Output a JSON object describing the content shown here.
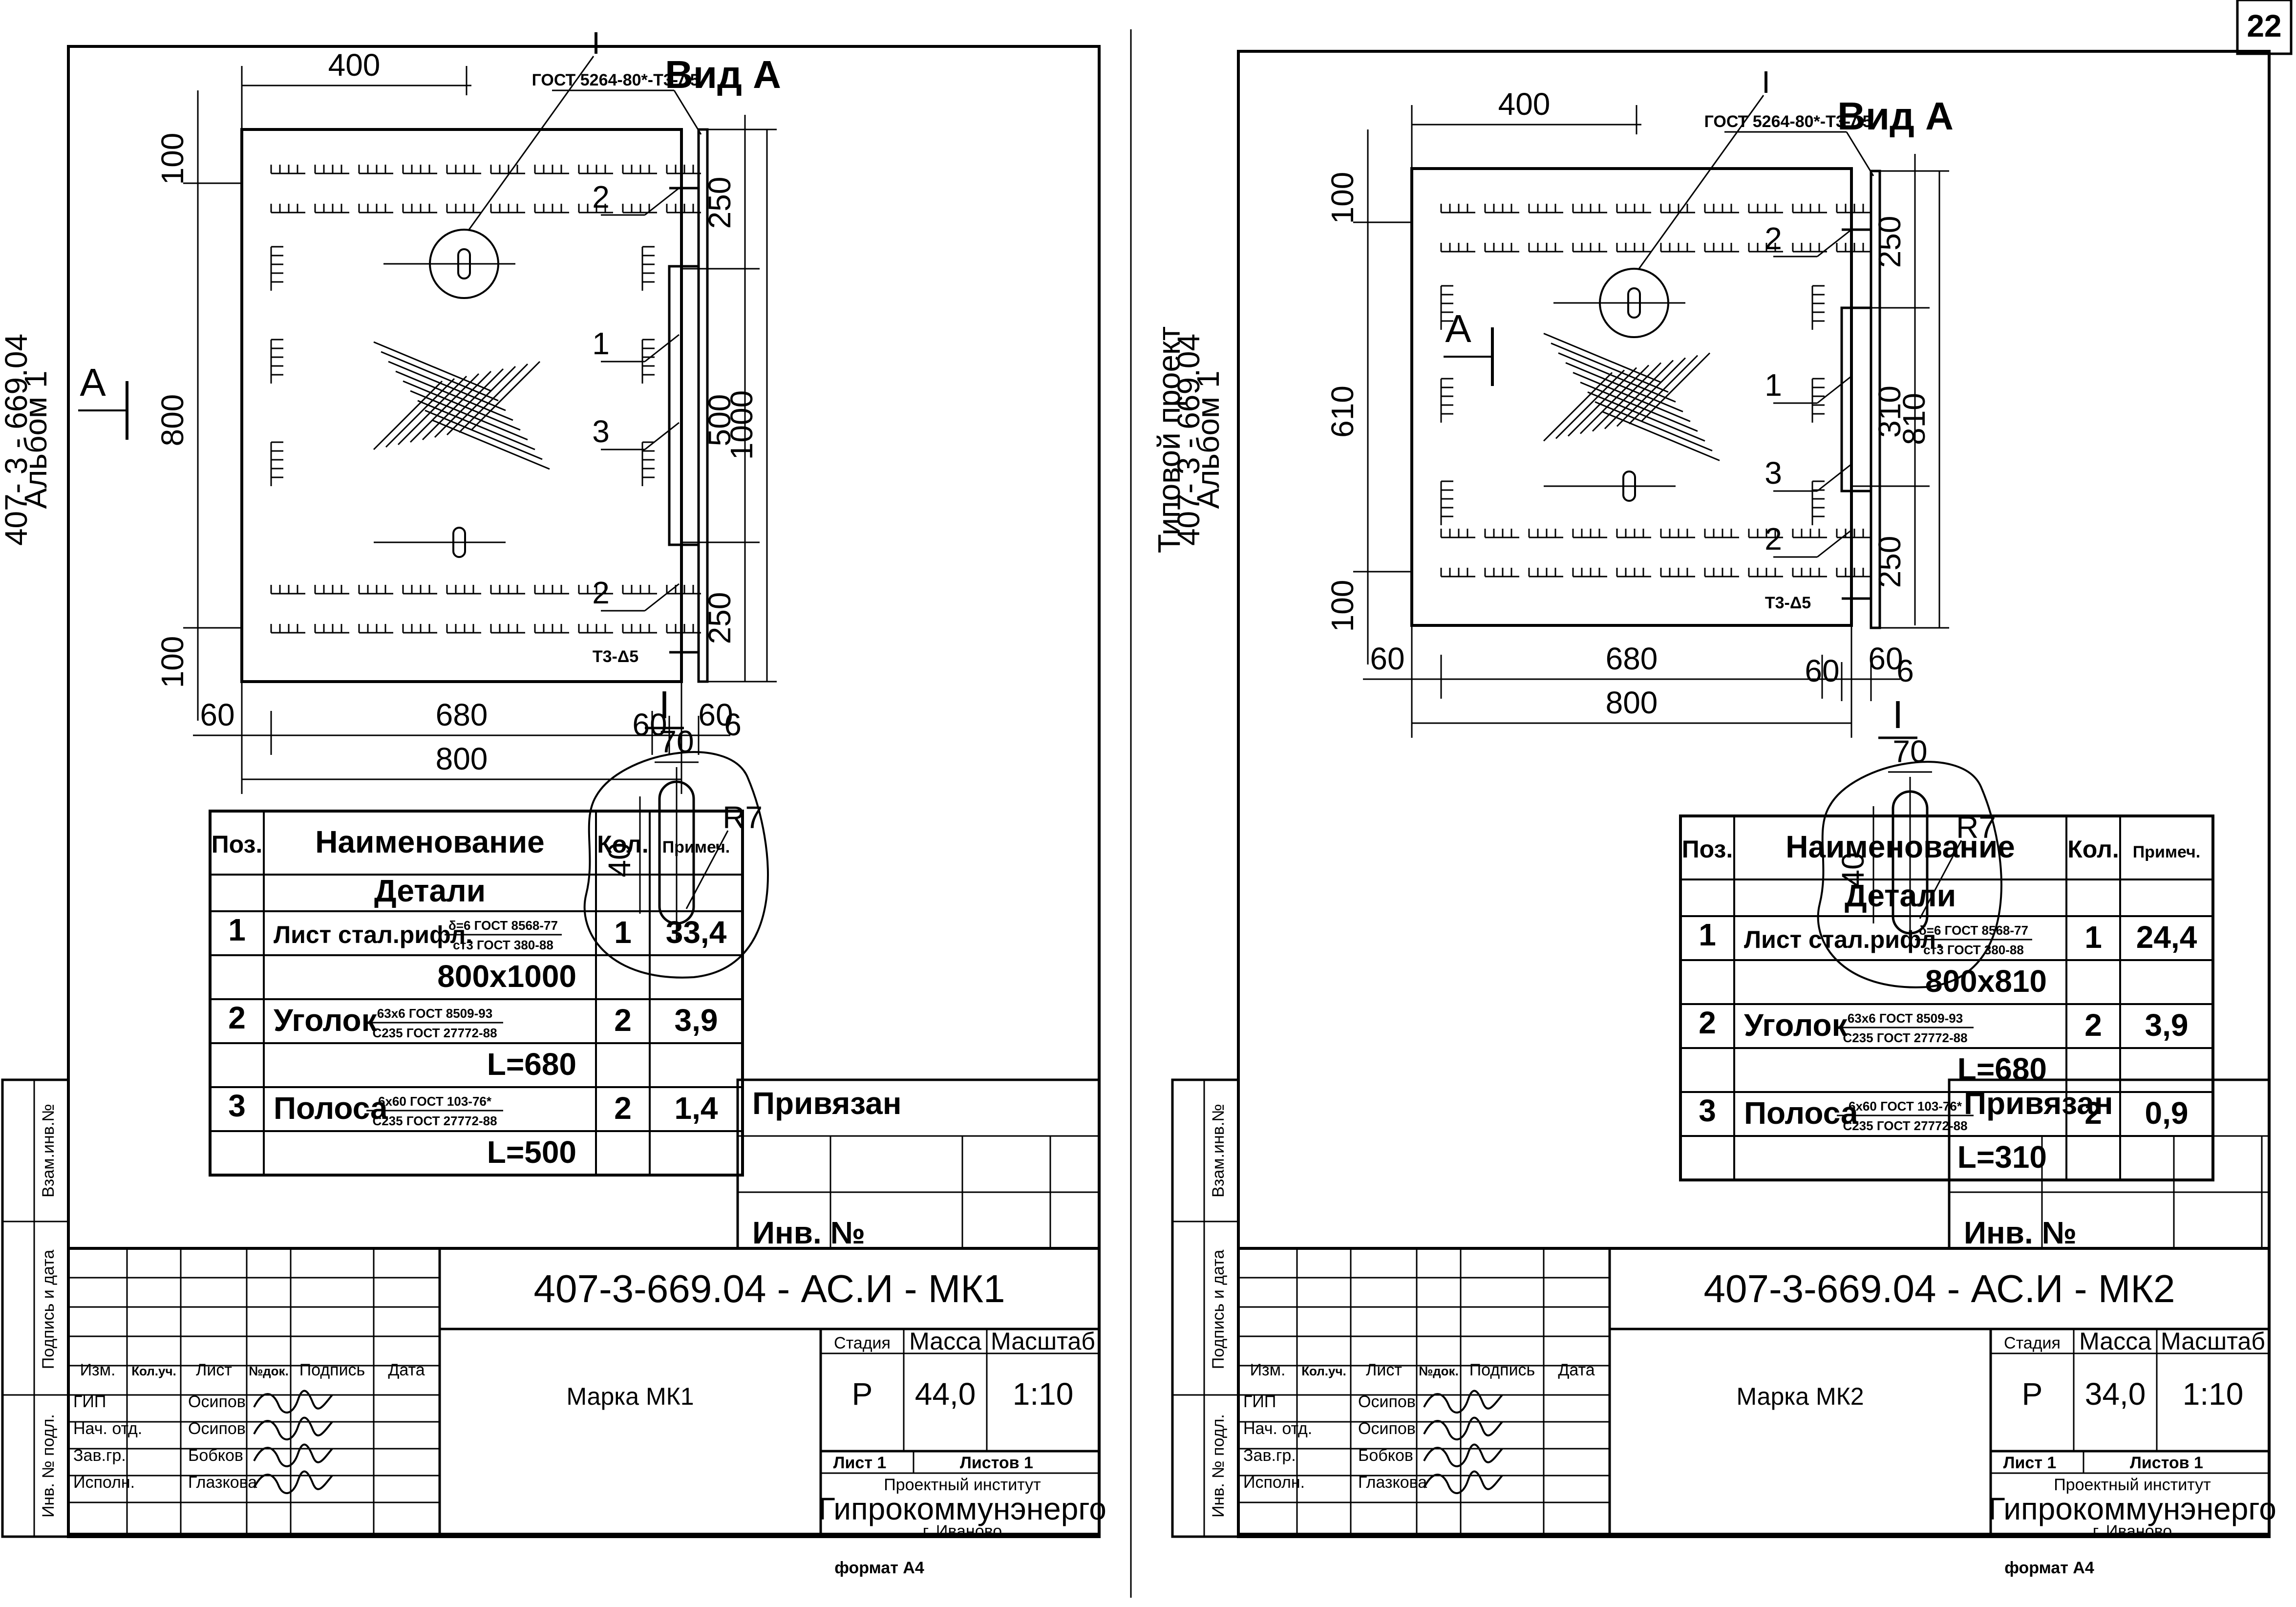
{
  "page_number": "22",
  "common": {
    "view_label": "Вид А",
    "view_letter": "А",
    "detail_mark": "I",
    "weld_top": "ГОСТ 5264-80*-Т3-Δ5",
    "weld_bottom": "Т3-Δ5",
    "spec_headers": [
      "Поз.",
      "Наименование",
      "Кол.",
      "Примеч."
    ],
    "spec_group": "Детали",
    "detail_dims": {
      "width": "70",
      "height": "40",
      "radius": "R7"
    },
    "stamp": {
      "privyazan": "Привязан",
      "inv_no": "Инв. №",
      "cols": [
        "Изм.",
        "Кол.уч.",
        "Лист",
        "№док.",
        "Подпись",
        "Дата"
      ],
      "roles": [
        "ГИП",
        "Нач. отд.",
        "Зав.гр.",
        "Исполн."
      ],
      "names": [
        "Осипов",
        "Осипов",
        "Бобков",
        "Глазкова"
      ],
      "stage_h": "Стадия",
      "mass_h": "Масса",
      "scale_h": "Масштаб",
      "sheet": "Лист 1",
      "sheets": "Листов 1",
      "inst_line1": "Проектный институт",
      "inst_name": "Гипрокоммунэнерго",
      "inst_city": "г. Иваново",
      "format": "формат А4"
    },
    "side_labels": [
      "Взам.инв.№",
      "Подпись и дата",
      "Инв. № подл."
    ]
  },
  "sheets": [
    {
      "side_title": [
        "407- 3 - 669.04",
        "Альбом 1"
      ],
      "dims": {
        "top": "400",
        "left_top": "100",
        "left_mid": "800",
        "left_bot": "100",
        "right_1": "250",
        "right_2": "500",
        "right_3": "250",
        "b_60a": "60",
        "b_680": "680",
        "b_60b": "60",
        "b_800": "800",
        "side_h": "1000",
        "side_60": "60",
        "side_6": "6"
      },
      "callouts": [
        "2",
        "1",
        "3",
        "2"
      ],
      "spec_rows": [
        {
          "pos": "1",
          "name": "Лист стал.рифл.",
          "frac_top": "δ=6 ГОСТ 8568-77",
          "frac_bot": "ст3 ГОСТ 380-88",
          "qty": "1",
          "note": "33,4",
          "sub": "800x1000"
        },
        {
          "pos": "2",
          "name": "Уголок",
          "frac_top": "63x6 ГОСТ 8509-93",
          "frac_bot": "С235 ГОСТ 27772-88",
          "qty": "2",
          "note": "3,9",
          "sub": "L=680"
        },
        {
          "pos": "3",
          "name": "Полоса",
          "frac_top": "6x60 ГОСТ 103-76*",
          "frac_bot": "С235 ГОСТ 27772-88",
          "qty": "2",
          "note": "1,4",
          "sub": "L=500"
        }
      ],
      "doc_code": "407-3-669.04 - АС.И - МК1",
      "mark": "Марка МК1",
      "stage": "Р",
      "mass": "44,0",
      "scale": "1:10"
    },
    {
      "side_title": [
        "Типовой проект",
        "407- 3 - 669.04",
        "Альбом 1"
      ],
      "dims": {
        "top": "400",
        "left_top": "100",
        "left_mid": "610",
        "left_bot": "100",
        "right_1": "250",
        "right_2": "310",
        "right_3": "250",
        "b_60a": "60",
        "b_680": "680",
        "b_60b": "60",
        "b_800": "800",
        "side_h": "810",
        "side_60": "60",
        "side_6": "6"
      },
      "callouts": [
        "2",
        "1",
        "3",
        "2"
      ],
      "spec_rows": [
        {
          "pos": "1",
          "name": "Лист стал.рифл.",
          "frac_top": "δ=6 ГОСТ 8568-77",
          "frac_bot": "ст3 ГОСТ 380-88",
          "qty": "1",
          "note": "24,4",
          "sub": "800x810"
        },
        {
          "pos": "2",
          "name": "Уголок",
          "frac_top": "63x6 ГОСТ 8509-93",
          "frac_bot": "С235 ГОСТ 27772-88",
          "qty": "2",
          "note": "3,9",
          "sub": "L=680"
        },
        {
          "pos": "3",
          "name": "Полоса",
          "frac_top": "6x60 ГОСТ 103-76*",
          "frac_bot": "С235 ГОСТ 27772-88",
          "qty": "2",
          "note": "0,9",
          "sub": "L=310"
        }
      ],
      "doc_code": "407-3-669.04 - АС.И - МК2",
      "mark": "Марка МК2",
      "stage": "Р",
      "mass": "34,0",
      "scale": "1:10"
    }
  ]
}
